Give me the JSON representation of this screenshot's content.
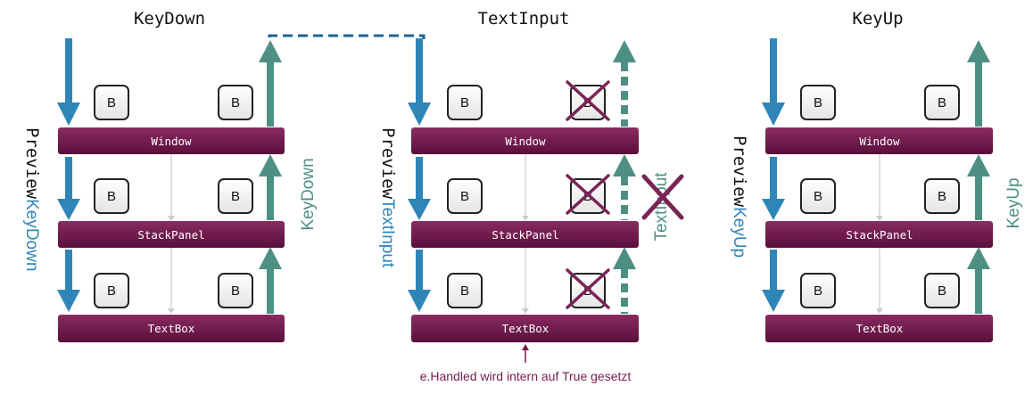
{
  "colors": {
    "bar_top": "#8a2b61",
    "bar_bottom": "#5a0f3b",
    "tunnel_blue": "#2e86b8",
    "bubble_teal": "#4e8f84",
    "cross": "#7a2455",
    "thin_line": "#cccccc",
    "dashed_link": "#1f6394"
  },
  "panels": [
    {
      "title": "KeyDown",
      "bars": [
        "Window",
        "StackPanel",
        "TextBox"
      ],
      "key_label": "B",
      "tunnel_label_prefix": "Preview",
      "tunnel_label_event": "KeyDown",
      "bubble_label": "KeyDown"
    },
    {
      "title": "TextInput",
      "bars": [
        "Window",
        "StackPanel",
        "TextBox"
      ],
      "key_label": "B",
      "tunnel_label_prefix": "Preview",
      "tunnel_label_event": "TextInput",
      "bubble_label": "TextInput",
      "handled_note": "e.Handled wird intern auf True gesetzt"
    },
    {
      "title": "KeyUp",
      "bars": [
        "Window",
        "StackPanel",
        "TextBox"
      ],
      "key_label": "B",
      "tunnel_label_prefix": "Preview",
      "tunnel_label_event": "KeyUp",
      "bubble_label": "KeyUp"
    }
  ]
}
